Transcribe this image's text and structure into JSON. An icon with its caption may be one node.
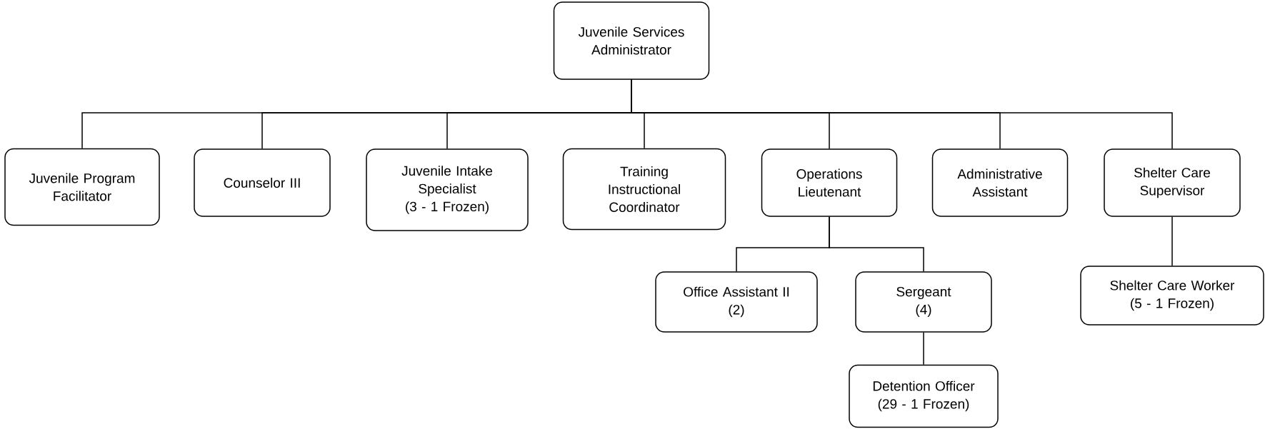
{
  "diagram": {
    "nodes": [
      {
        "text": [
          "Juvenile Services Administrator"
        ]
      },
      {
        "text": [
          "Juvenile Program Facilitator"
        ]
      },
      {
        "text": [
          "Counselor III"
        ]
      },
      {
        "text": [
          "Juvenile Intake Specialist",
          "(3 - 1 Frozen)"
        ]
      },
      {
        "text": [
          "Training Instructional Coordinator"
        ]
      },
      {
        "text": [
          "Operations Lieutenant"
        ]
      },
      {
        "text": [
          "Administrative Assistant"
        ]
      },
      {
        "text": [
          "Shelter Care Supervisor"
        ]
      },
      {
        "text": [
          "Office Assistant II",
          "(2)"
        ]
      },
      {
        "text": [
          "Sergeant",
          "(4)"
        ]
      },
      {
        "text": [
          "Detention Officer",
          "(29 - 1 Frozen)"
        ]
      },
      {
        "text": [
          "Shelter Care Worker",
          "(5 - 1 Frozen)"
        ]
      }
    ],
    "edges": [
      {
        "from": 0,
        "to": 1,
        "arrow": "none"
      },
      {
        "from": 0,
        "to": 2,
        "arrow": "none"
      },
      {
        "from": 0,
        "to": 3,
        "arrow": "none"
      },
      {
        "from": 0,
        "to": 4,
        "arrow": "none"
      },
      {
        "from": 0,
        "to": 5,
        "arrow": "none"
      },
      {
        "from": 0,
        "to": 6,
        "arrow": "none"
      },
      {
        "from": 0,
        "to": 7,
        "arrow": "none"
      },
      {
        "from": 5,
        "to": 8,
        "arrow": "none"
      },
      {
        "from": 5,
        "to": 9,
        "arrow": "none"
      },
      {
        "from": 9,
        "to": 10,
        "arrow": "none"
      },
      {
        "from": 7,
        "to": 11,
        "arrow": "none"
      }
    ]
  }
}
